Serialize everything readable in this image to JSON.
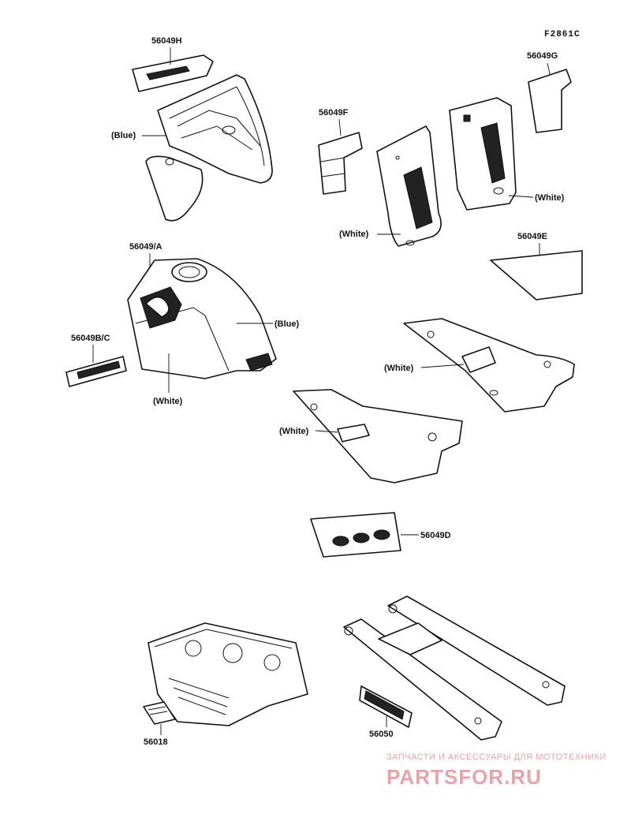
{
  "figure_code": "F2861C",
  "parts": [
    {
      "id": "p-56049H",
      "number": "56049H"
    },
    {
      "id": "p-56049G",
      "number": "56049G"
    },
    {
      "id": "p-56049F",
      "number": "56049F"
    },
    {
      "id": "p-56049E",
      "number": "56049E"
    },
    {
      "id": "p-56049A",
      "number": "56049/A"
    },
    {
      "id": "p-56049BC",
      "number": "56049B/C"
    },
    {
      "id": "p-56049D",
      "number": "56049D"
    },
    {
      "id": "p-56018",
      "number": "56018"
    },
    {
      "id": "p-56050",
      "number": "56050"
    }
  ],
  "colour_notes": {
    "fairing": "(Blue)",
    "tank_top": "(Blue)",
    "tank_bottom": "(White)",
    "left_shroud": "(White)",
    "right_shroud": "(White)",
    "side_cover_upper": "(White)",
    "side_cover_lower": "(White)"
  },
  "watermark": {
    "tagline": "ЗАПЧАСТИ И АКСЕССУАРЫ ДЛЯ МОТОТЕХНИКИ",
    "brand": "PARTSFOR.RU"
  }
}
